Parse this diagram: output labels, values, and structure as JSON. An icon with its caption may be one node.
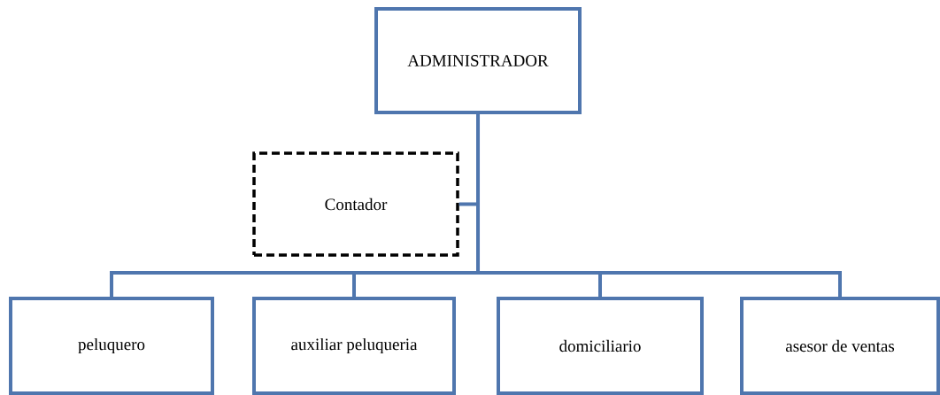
{
  "diagram": {
    "nodes": [
      {
        "text": [
          "ADMINISTRADOR"
        ]
      },
      {
        "text": [
          "Contador"
        ]
      },
      {
        "text": [
          "peluquero"
        ]
      },
      {
        "text": [
          "auxiliar peluqueria"
        ]
      },
      {
        "text": [
          "domiciliario"
        ]
      },
      {
        "text": [
          "asesor de ventas"
        ]
      }
    ],
    "edges": [
      {
        "from": 0,
        "to": 1,
        "arrow": "none"
      },
      {
        "from": 0,
        "to": 2,
        "arrow": "none"
      },
      {
        "from": 0,
        "to": 3,
        "arrow": "none"
      },
      {
        "from": 0,
        "to": 4,
        "arrow": "none"
      },
      {
        "from": 0,
        "to": 5,
        "arrow": "none"
      }
    ]
  }
}
